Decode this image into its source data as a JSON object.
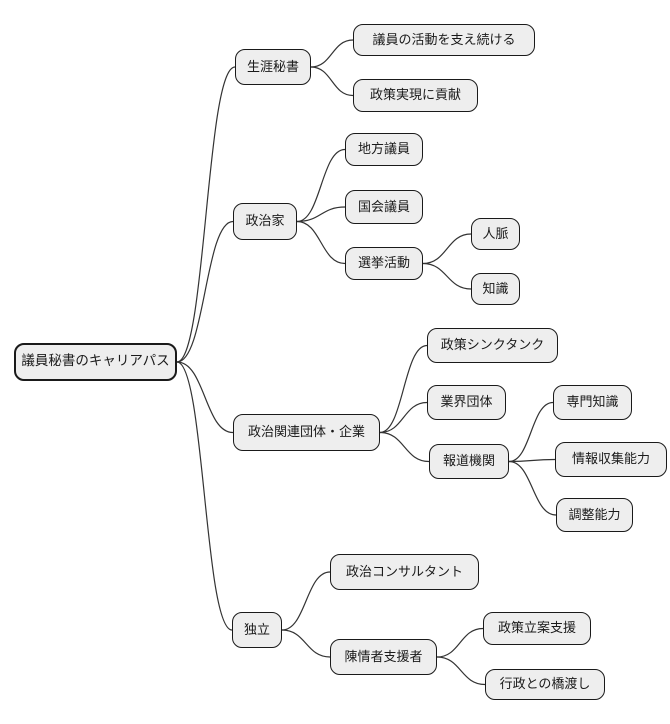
{
  "diagram_title": "議員秘書のキャリアパス",
  "colors": {
    "background": "#ffffff",
    "node_fill": "#eeeeee",
    "node_border": "#1a1a1a",
    "edge_line": "#333333",
    "text": "#1a1a1a"
  },
  "mindmap": {
    "root": {
      "id": "root",
      "label": "議員秘書のキャリアパス",
      "children": [
        {
          "id": "lifetime",
          "label": "生涯秘書",
          "children": [
            {
              "id": "support",
              "label": "議員の活動を支え続ける"
            },
            {
              "id": "policy_contrib",
              "label": "政策実現に貢献"
            }
          ]
        },
        {
          "id": "politician",
          "label": "政治家",
          "children": [
            {
              "id": "local",
              "label": "地方議員"
            },
            {
              "id": "diet",
              "label": "国会議員"
            },
            {
              "id": "election",
              "label": "選挙活動",
              "children": [
                {
                  "id": "connections",
                  "label": "人脈"
                },
                {
                  "id": "knowledge",
                  "label": "知識"
                }
              ]
            }
          ]
        },
        {
          "id": "org",
          "label": "政治関連団体・企業",
          "children": [
            {
              "id": "thinktank",
              "label": "政策シンクタンク"
            },
            {
              "id": "industry",
              "label": "業界団体"
            },
            {
              "id": "media",
              "label": "報道機関",
              "children": [
                {
                  "id": "expertise",
                  "label": "専門知識"
                },
                {
                  "id": "infogather",
                  "label": "情報収集能力"
                },
                {
                  "id": "coordination",
                  "label": "調整能力"
                }
              ]
            }
          ]
        },
        {
          "id": "independent",
          "label": "独立",
          "children": [
            {
              "id": "consultant",
              "label": "政治コンサルタント"
            },
            {
              "id": "petitioner",
              "label": "陳情者支援者",
              "children": [
                {
                  "id": "policy_support",
                  "label": "政策立案支援"
                },
                {
                  "id": "bridge",
                  "label": "行政との橋渡し"
                }
              ]
            }
          ]
        }
      ]
    }
  }
}
